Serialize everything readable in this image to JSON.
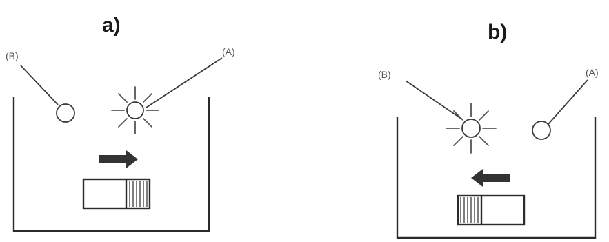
{
  "panels": [
    {
      "id": "a",
      "title": "a)",
      "label_b": "(B)",
      "label_a": "(A)",
      "lit_lamp": "A",
      "arrow_direction": "right",
      "switch_position": "right"
    },
    {
      "id": "b",
      "title": "b)",
      "label_b": "(B)",
      "label_a": "(A)",
      "lit_lamp": "B",
      "arrow_direction": "left",
      "switch_position": "left"
    }
  ]
}
